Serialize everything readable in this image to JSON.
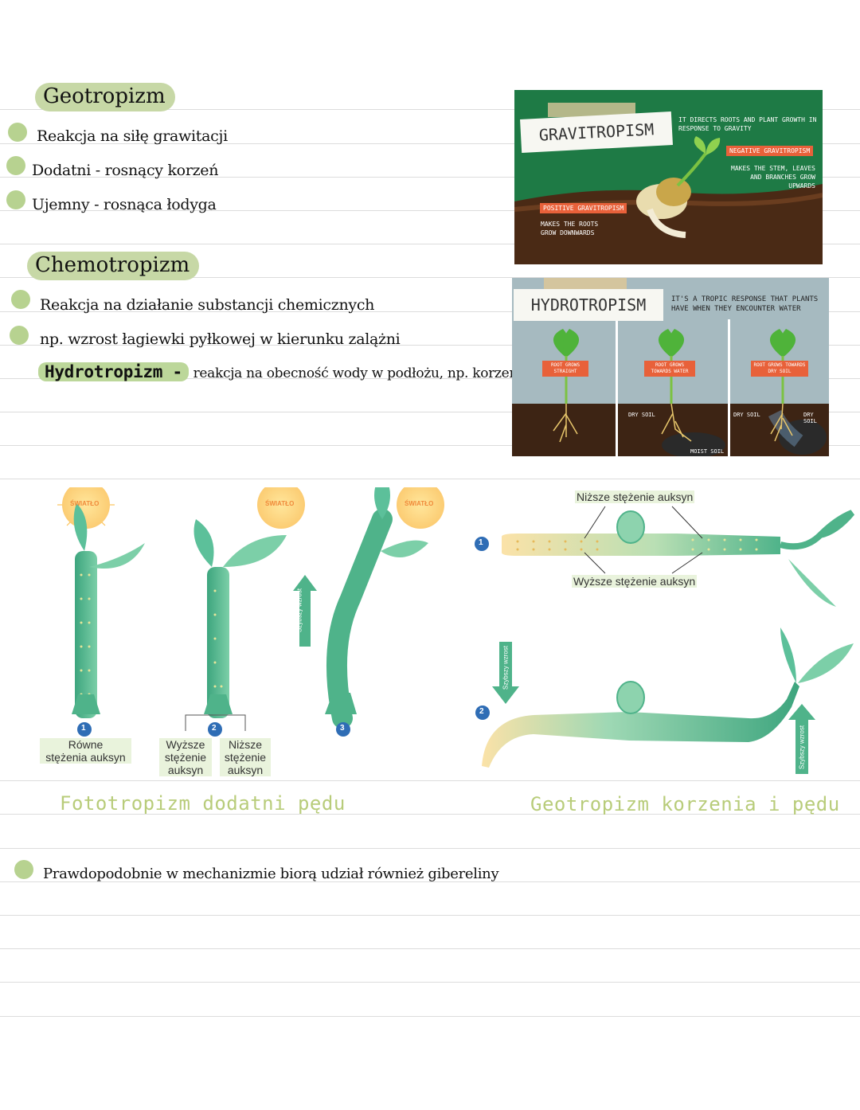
{
  "geo": {
    "title": "Geotropizm",
    "items": [
      "Reakcja na siłę grawitacji",
      "Dodatni - rosnący korzeń",
      "Ujemny - rosnąca łodyga"
    ]
  },
  "chemo": {
    "title": "Chemotropizm",
    "items": [
      "Reakcja na działanie substancji chemicznych",
      "np. wzrost łagiewki pyłkowej w kierunku zalążni"
    ],
    "hydro_term": "Hydrotropizm -",
    "hydro_text": "reakcja na obecność wody w podłożu, np. korzenie"
  },
  "gravitropism_img": {
    "title": "GRAVITROPISM",
    "desc": "IT DIRECTS ROOTS AND PLANT GROWTH IN RESPONSE TO GRAVITY",
    "neg_tag": "NEGATIVE GRAVITROPISM",
    "neg_desc": "MAKES THE STEM, LEAVES AND BRANCHES GROW UPWARDS",
    "pos_tag": "POSITIVE GRAVITROPISM",
    "pos_desc": "MAKES THE ROOTS GROW DOWNWARDS"
  },
  "hydrotropism_img": {
    "title": "HYDROTROPISM",
    "desc": "IT'S A TROPIC RESPONSE THAT PLANTS HAVE WHEN THEY ENCOUNTER WATER",
    "panels": [
      {
        "tag": "ROOT GROWS STRAIGHT",
        "soil": []
      },
      {
        "tag": "ROOT GROWS TOWARDS WATER",
        "soil": [
          "DRY SOIL",
          "MOIST SOIL"
        ]
      },
      {
        "tag": "ROOT GROWS TOWARDS DRY SOIL",
        "soil": [
          "DRY SOIL",
          "DRY SOIL"
        ]
      }
    ]
  },
  "photo_diagram": {
    "sun_label": "ŚWIATŁO",
    "steps": [
      "1",
      "2",
      "3"
    ],
    "label1": [
      "Równe",
      "stężenia auksyn"
    ],
    "label2a": [
      "Wyższe",
      "stężenie",
      "auksyn"
    ],
    "label2b": [
      "Niższe",
      "stężenie",
      "auksyn"
    ],
    "faster": "Szybszy wzrost",
    "caption": "Fototropizm dodatni pędu"
  },
  "geo_diagram": {
    "low": "Niższe stężenie auksyn",
    "high": "Wyższe stężenie auksyn",
    "faster": "Szybszy wzrost",
    "steps": [
      "1",
      "2"
    ],
    "caption": "Geotropizm korzenia i pędu"
  },
  "footer_note": "Prawdopodobnie w mechanizmie biorą udział również gibereliny",
  "colors": {
    "accent": "#b7d290",
    "plant": "#4fb38a",
    "caption": "#b8cc7a"
  }
}
